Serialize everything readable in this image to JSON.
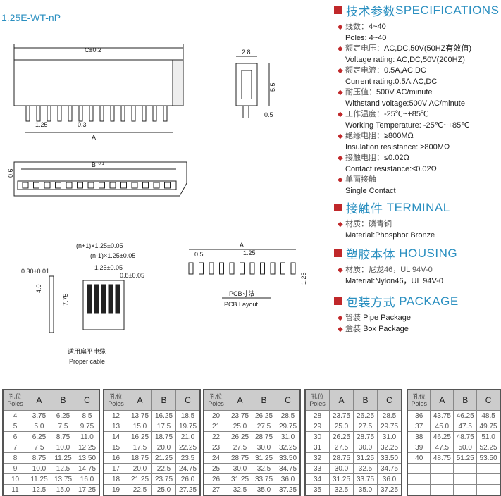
{
  "title": "1.25E-WT-nP",
  "drawing": {
    "c_dim": "C±0.2",
    "side_w": "2.8",
    "side_h": "5.5",
    "side_t": "0.5",
    "pitch": "1.25",
    "pin_w": "0.3",
    "a_dim": "A",
    "b_dim": "B",
    "b_tol": "+0.1",
    "b_tol2": "0",
    "top_h": "0.6",
    "cable_n1": "(n+1)×1.25±0.05",
    "cable_n_1": "(n-1)×1.25±0.05",
    "cable_pitch": "1.25±0.05",
    "cable_cond": "0.8±0.05",
    "cable_t": "0.30±0.01",
    "cable_4": "4.0",
    "cable_775": "7.75",
    "cable_zh": "适用扁平电缆",
    "cable_en": "Proper cable",
    "pcb_a": "A",
    "pcb_05": "0.5",
    "pcb_125": "1.25",
    "pcb_h": "1.25",
    "pcb_zh": "PCB寸法",
    "pcb_en": "PCB Layout"
  },
  "specs": {
    "heading_zh": "技术参数",
    "heading_en": "SPECIFICATIONS",
    "items": [
      {
        "zh": "线数：",
        "zh_val": "4~40",
        "en": "Poles: 4~40"
      },
      {
        "zh": "额定电压：",
        "zh_val": "AC,DC,50V(50HZ有效值)",
        "en": "Voltage rating: AC,DC,50V(200HZ)"
      },
      {
        "zh": "额定电流：",
        "zh_val": "0.5A,AC,DC",
        "en": "Current rating:0.5A,AC,DC"
      },
      {
        "zh": "耐压值：",
        "zh_val": "500V AC/minute",
        "en": "Withstand voltage:500V AC/minute"
      },
      {
        "zh": "工作温度：",
        "zh_val": "-25℃~+85℃",
        "en": "Working Temperature: -25℃~+85℃"
      },
      {
        "zh": "绝缘电阻：",
        "zh_val": "≥800MΩ",
        "en": "Insulation resistance: ≥800MΩ"
      },
      {
        "zh": "接触电阻：",
        "zh_val": "≤0.02Ω",
        "en": "Contact resistance:≤0.02Ω"
      },
      {
        "zh": "单面接触",
        "zh_val": "",
        "en": "Single Contact"
      }
    ]
  },
  "terminal": {
    "heading_zh": "接触件",
    "heading_en": "TERMINAL",
    "zh": "材质：",
    "zh_val": "磷青铜",
    "en": "Material:Phosphor Bronze"
  },
  "housing": {
    "heading_zh": "塑胶本体",
    "heading_en": "HOUSING",
    "zh": "材质：",
    "zh_val": "尼龙46，UL 94V-0",
    "en": "Material:Nylon46，UL 94V-0"
  },
  "package": {
    "heading_zh": "包装方式",
    "heading_en": "PACKAGE",
    "items": [
      {
        "zh": "管装",
        "en": "Pipe Package"
      },
      {
        "zh": "盒装",
        "en": "Box Package"
      }
    ]
  },
  "table": {
    "h_zh": "孔位",
    "h_en": "Poles",
    "cols": [
      "A",
      "B",
      "C"
    ],
    "groups": [
      [
        [
          "4",
          "3.75",
          "6.25",
          "8.5"
        ],
        [
          "5",
          "5.0",
          "7.5",
          "9.75"
        ],
        [
          "6",
          "6.25",
          "8.75",
          "11.0"
        ],
        [
          "7",
          "7.5",
          "10.0",
          "12.25"
        ],
        [
          "8",
          "8.75",
          "11.25",
          "13.50"
        ],
        [
          "9",
          "10.0",
          "12.5",
          "14.75"
        ],
        [
          "10",
          "11.25",
          "13.75",
          "16.0"
        ],
        [
          "11",
          "12.5",
          "15.0",
          "17.25"
        ]
      ],
      [
        [
          "12",
          "13.75",
          "16.25",
          "18.5"
        ],
        [
          "13",
          "15.0",
          "17.5",
          "19.75"
        ],
        [
          "14",
          "16.25",
          "18.75",
          "21.0"
        ],
        [
          "15",
          "17.5",
          "20.0",
          "22.25"
        ],
        [
          "16",
          "18.75",
          "21.25",
          "23.5"
        ],
        [
          "17",
          "20.0",
          "22.5",
          "24.75"
        ],
        [
          "18",
          "21.25",
          "23.75",
          "26.0"
        ],
        [
          "19",
          "22.5",
          "25.0",
          "27.25"
        ]
      ],
      [
        [
          "20",
          "23.75",
          "26.25",
          "28.5"
        ],
        [
          "21",
          "25.0",
          "27.5",
          "29.75"
        ],
        [
          "22",
          "26.25",
          "28.75",
          "31.0"
        ],
        [
          "23",
          "27.5",
          "30.0",
          "32.25"
        ],
        [
          "24",
          "28.75",
          "31.25",
          "33.50"
        ],
        [
          "25",
          "30.0",
          "32.5",
          "34.75"
        ],
        [
          "26",
          "31.25",
          "33.75",
          "36.0"
        ],
        [
          "27",
          "32.5",
          "35.0",
          "37.25"
        ]
      ],
      [
        [
          "28",
          "23.75",
          "26.25",
          "28.5"
        ],
        [
          "29",
          "25.0",
          "27.5",
          "29.75"
        ],
        [
          "30",
          "26.25",
          "28.75",
          "31.0"
        ],
        [
          "31",
          "27.5",
          "30.0",
          "32.25"
        ],
        [
          "32",
          "28.75",
          "31.25",
          "33.50"
        ],
        [
          "33",
          "30.0",
          "32.5",
          "34.75"
        ],
        [
          "34",
          "31.25",
          "33.75",
          "36.0"
        ],
        [
          "35",
          "32.5",
          "35.0",
          "37.25"
        ]
      ],
      [
        [
          "36",
          "43.75",
          "46.25",
          "48.5"
        ],
        [
          "37",
          "45.0",
          "47.5",
          "49.75"
        ],
        [
          "38",
          "46.25",
          "48.75",
          "51.0"
        ],
        [
          "39",
          "47.5",
          "50.0",
          "52.25"
        ],
        [
          "40",
          "48.75",
          "51.25",
          "53.50"
        ],
        [
          "",
          "",
          "",
          ""
        ],
        [
          "",
          "",
          "",
          ""
        ],
        [
          "",
          "",
          "",
          ""
        ]
      ]
    ]
  }
}
